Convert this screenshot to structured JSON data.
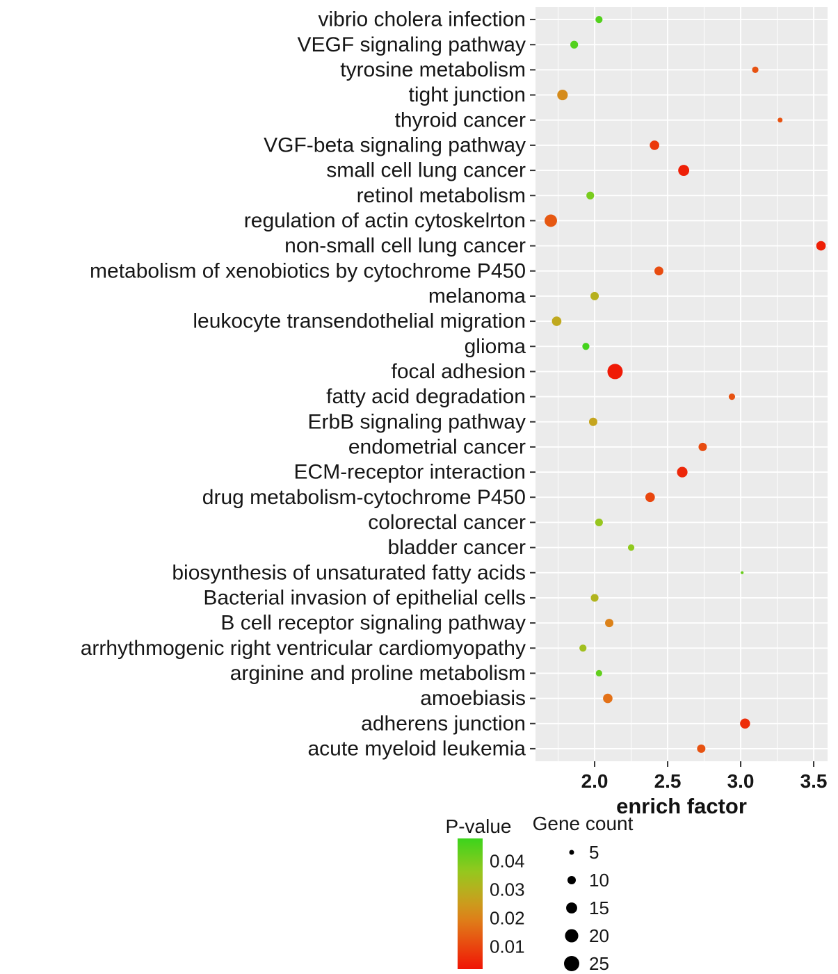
{
  "figure": {
    "background": "#ffffff",
    "panel_background": "#ebebeb",
    "grid_color": "#ffffff",
    "text_color": "#1a1a1a"
  },
  "chart_data": {
    "type": "scatter",
    "title": "",
    "xlabel": "enrich factor",
    "ylabel": "",
    "grid": true,
    "legend_position": "bottom",
    "xlim": [
      1.595,
      3.595
    ],
    "x_ticks": [
      {
        "value": 2.0,
        "label": "2.0"
      },
      {
        "value": 2.5,
        "label": "2.5"
      },
      {
        "value": 3.0,
        "label": "3.0"
      },
      {
        "value": 3.5,
        "label": "3.5"
      }
    ],
    "x_minor_ticks": [
      1.75,
      2.25,
      2.75,
      3.25
    ],
    "color_scale": {
      "p_range": [
        0.002,
        0.048
      ],
      "anchors": [
        {
          "t": 0.0,
          "c": [
            240,
            20,
            5
          ]
        },
        {
          "t": 0.35,
          "c": [
            226,
            120,
            24
          ]
        },
        {
          "t": 0.55,
          "c": [
            196,
            166,
            30
          ]
        },
        {
          "t": 0.75,
          "c": [
            148,
            200,
            30
          ]
        },
        {
          "t": 1.0,
          "c": [
            60,
            212,
            28
          ]
        }
      ]
    },
    "size_scale": {
      "a": -2.56,
      "b": 2.71
    },
    "legend": {
      "color_title": "P-value",
      "color_ticks": [
        {
          "value": 0.04,
          "label": "0.04"
        },
        {
          "value": 0.03,
          "label": "0.03"
        },
        {
          "value": 0.02,
          "label": "0.02"
        },
        {
          "value": 0.01,
          "label": "0.01"
        }
      ],
      "size_title": "Gene count",
      "size_ticks": [
        {
          "value": 5,
          "label": "5"
        },
        {
          "value": 10,
          "label": "10"
        },
        {
          "value": 15,
          "label": "15"
        },
        {
          "value": 20,
          "label": "20"
        },
        {
          "value": 25,
          "label": "25"
        }
      ]
    },
    "points": [
      {
        "label": "vibrio cholera infection",
        "enrich_factor": 2.03,
        "gene_count": 8,
        "p_value": 0.045
      },
      {
        "label": "VEGF signaling pathway",
        "enrich_factor": 1.86,
        "gene_count": 9,
        "p_value": 0.045
      },
      {
        "label": "tyrosine metabolism",
        "enrich_factor": 3.1,
        "gene_count": 7,
        "p_value": 0.012
      },
      {
        "label": "tight junction",
        "enrich_factor": 1.78,
        "gene_count": 14,
        "p_value": 0.022
      },
      {
        "label": "thyroid cancer",
        "enrich_factor": 3.27,
        "gene_count": 5,
        "p_value": 0.012
      },
      {
        "label": "VGF-beta signaling pathway",
        "enrich_factor": 2.41,
        "gene_count": 12,
        "p_value": 0.008
      },
      {
        "label": "small cell lung cancer",
        "enrich_factor": 2.61,
        "gene_count": 15,
        "p_value": 0.004
      },
      {
        "label": "retinol metabolism",
        "enrich_factor": 1.97,
        "gene_count": 9,
        "p_value": 0.04
      },
      {
        "label": "regulation of actin cytoskelrton",
        "enrich_factor": 1.7,
        "gene_count": 18,
        "p_value": 0.013
      },
      {
        "label": "non-small cell lung cancer",
        "enrich_factor": 3.55,
        "gene_count": 12,
        "p_value": 0.004
      },
      {
        "label": "metabolism of xenobiotics by cytochrome P450",
        "enrich_factor": 2.44,
        "gene_count": 11,
        "p_value": 0.011
      },
      {
        "label": "melanoma",
        "enrich_factor": 2.0,
        "gene_count": 10,
        "p_value": 0.03
      },
      {
        "label": "leukocyte transendothelial migration",
        "enrich_factor": 1.74,
        "gene_count": 12,
        "p_value": 0.028
      },
      {
        "label": "glioma",
        "enrich_factor": 1.94,
        "gene_count": 8,
        "p_value": 0.047
      },
      {
        "label": "focal adhesion",
        "enrich_factor": 2.14,
        "gene_count": 25,
        "p_value": 0.003
      },
      {
        "label": "fatty acid degradation",
        "enrich_factor": 2.94,
        "gene_count": 7,
        "p_value": 0.012
      },
      {
        "label": "ErbB signaling pathway",
        "enrich_factor": 1.99,
        "gene_count": 10,
        "p_value": 0.027
      },
      {
        "label": "endometrial cancer",
        "enrich_factor": 2.74,
        "gene_count": 10,
        "p_value": 0.011
      },
      {
        "label": "ECM-receptor interaction",
        "enrich_factor": 2.6,
        "gene_count": 14,
        "p_value": 0.005
      },
      {
        "label": "drug metabolism-cytochrome P450",
        "enrich_factor": 2.38,
        "gene_count": 12,
        "p_value": 0.01
      },
      {
        "label": "colorectal cancer",
        "enrich_factor": 2.03,
        "gene_count": 9,
        "p_value": 0.036
      },
      {
        "label": "bladder cancer",
        "enrich_factor": 2.25,
        "gene_count": 7,
        "p_value": 0.037
      },
      {
        "label": "biosynthesis of unsaturated fatty acids",
        "enrich_factor": 3.01,
        "gene_count": 3,
        "p_value": 0.042
      },
      {
        "label": "Bacterial invasion of epithelial cells",
        "enrich_factor": 2.0,
        "gene_count": 9,
        "p_value": 0.031
      },
      {
        "label": "B cell receptor signaling pathway",
        "enrich_factor": 2.1,
        "gene_count": 10,
        "p_value": 0.02
      },
      {
        "label": "arrhythmogenic right ventricular cardiomyopathy",
        "enrich_factor": 1.92,
        "gene_count": 8,
        "p_value": 0.034
      },
      {
        "label": "arginine and proline metabolism",
        "enrich_factor": 2.03,
        "gene_count": 7,
        "p_value": 0.043
      },
      {
        "label": "amoebiasis",
        "enrich_factor": 2.09,
        "gene_count": 12,
        "p_value": 0.017
      },
      {
        "label": "adherens junction",
        "enrich_factor": 3.03,
        "gene_count": 13,
        "p_value": 0.006
      },
      {
        "label": "acute myeloid leukemia",
        "enrich_factor": 2.73,
        "gene_count": 10,
        "p_value": 0.012
      }
    ]
  }
}
